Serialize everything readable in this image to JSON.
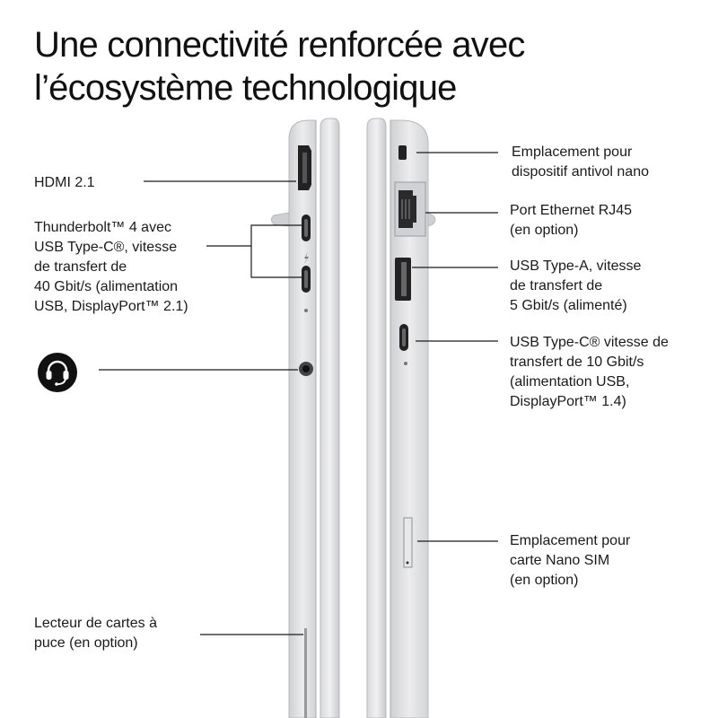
{
  "title": {
    "line1": "Une connectivité renforcée avec",
    "line2": "l’écosystème technologique"
  },
  "left_ports": [
    {
      "id": "hdmi",
      "lines": [
        "HDMI 2.1"
      ]
    },
    {
      "id": "thunderbolt",
      "lines": [
        "Thunderbolt™ 4 avec",
        "USB Type-C®, vitesse",
        "de transfert de",
        "40 Gbit/s (alimentation",
        "USB, DisplayPort™ 2.1)"
      ]
    },
    {
      "id": "audio",
      "icon": "headset-icon"
    },
    {
      "id": "smartcard",
      "lines": [
        "Lecteur de cartes à",
        "puce (en option)"
      ]
    }
  ],
  "right_ports": [
    {
      "id": "lock",
      "lines": [
        "Emplacement pour",
        "dispositif antivol nano"
      ]
    },
    {
      "id": "ethernet",
      "lines": [
        "Port Ethernet RJ45",
        "(en option)"
      ]
    },
    {
      "id": "usba",
      "lines": [
        "USB Type-A, vitesse",
        "de transfert de",
        "5 Gbit/s (alimenté)"
      ]
    },
    {
      "id": "usbc",
      "lines": [
        "USB Type-C® vitesse de",
        "transfert de 10 Gbit/s",
        "(alimentation USB,",
        "DisplayPort™ 1.4)"
      ]
    },
    {
      "id": "sim",
      "lines": [
        "Emplacement pour",
        "carte Nano SIM",
        "(en option)"
      ]
    }
  ],
  "colors": {
    "chassis": "#d9dadc",
    "chassis_edge": "#b8b9bc",
    "port": "#222222",
    "line": "#1a1a1a"
  }
}
